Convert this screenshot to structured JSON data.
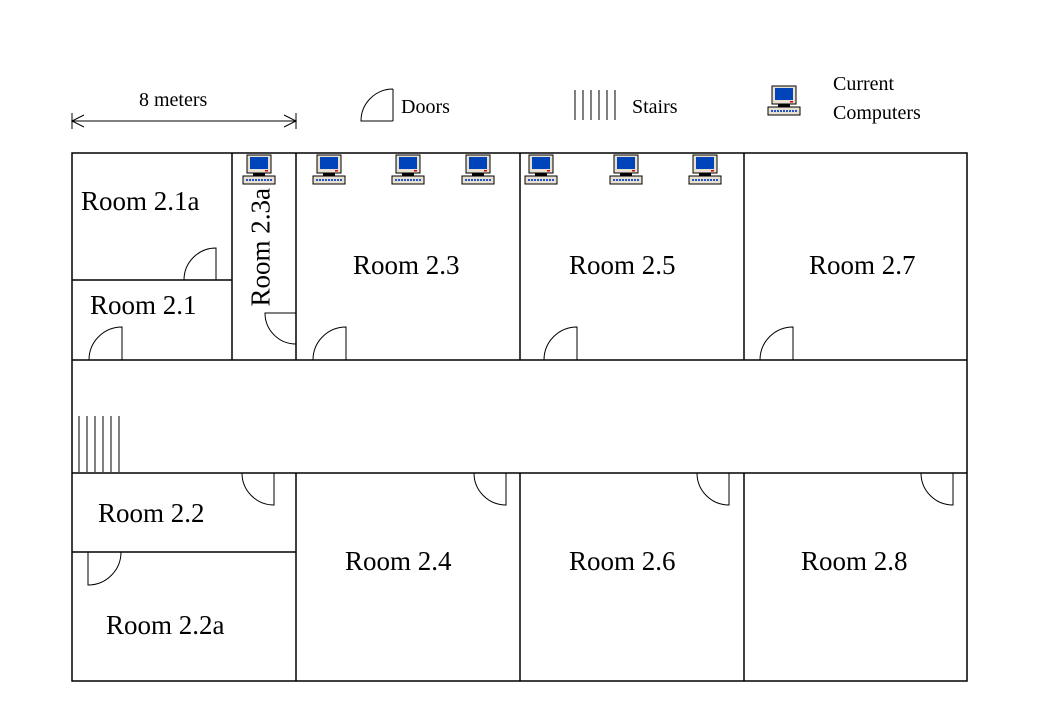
{
  "legend": {
    "scale_label": "8 meters",
    "doors_label": "Doors",
    "stairs_label": "Stairs",
    "computers_label_line1": "Current",
    "computers_label_line2": "Computers"
  },
  "rooms": {
    "r21a": "Room 2.1a",
    "r21": "Room 2.1",
    "r23a": "Room 2.3a",
    "r23": "Room 2.3",
    "r25": "Room 2.5",
    "r27": "Room 2.7",
    "r22": "Room 2.2",
    "r22a": "Room 2.2a",
    "r24": "Room 2.4",
    "r26": "Room 2.6",
    "r28": "Room 2.8"
  },
  "colors": {
    "screen": "#0044bb",
    "wall": "#000000"
  }
}
